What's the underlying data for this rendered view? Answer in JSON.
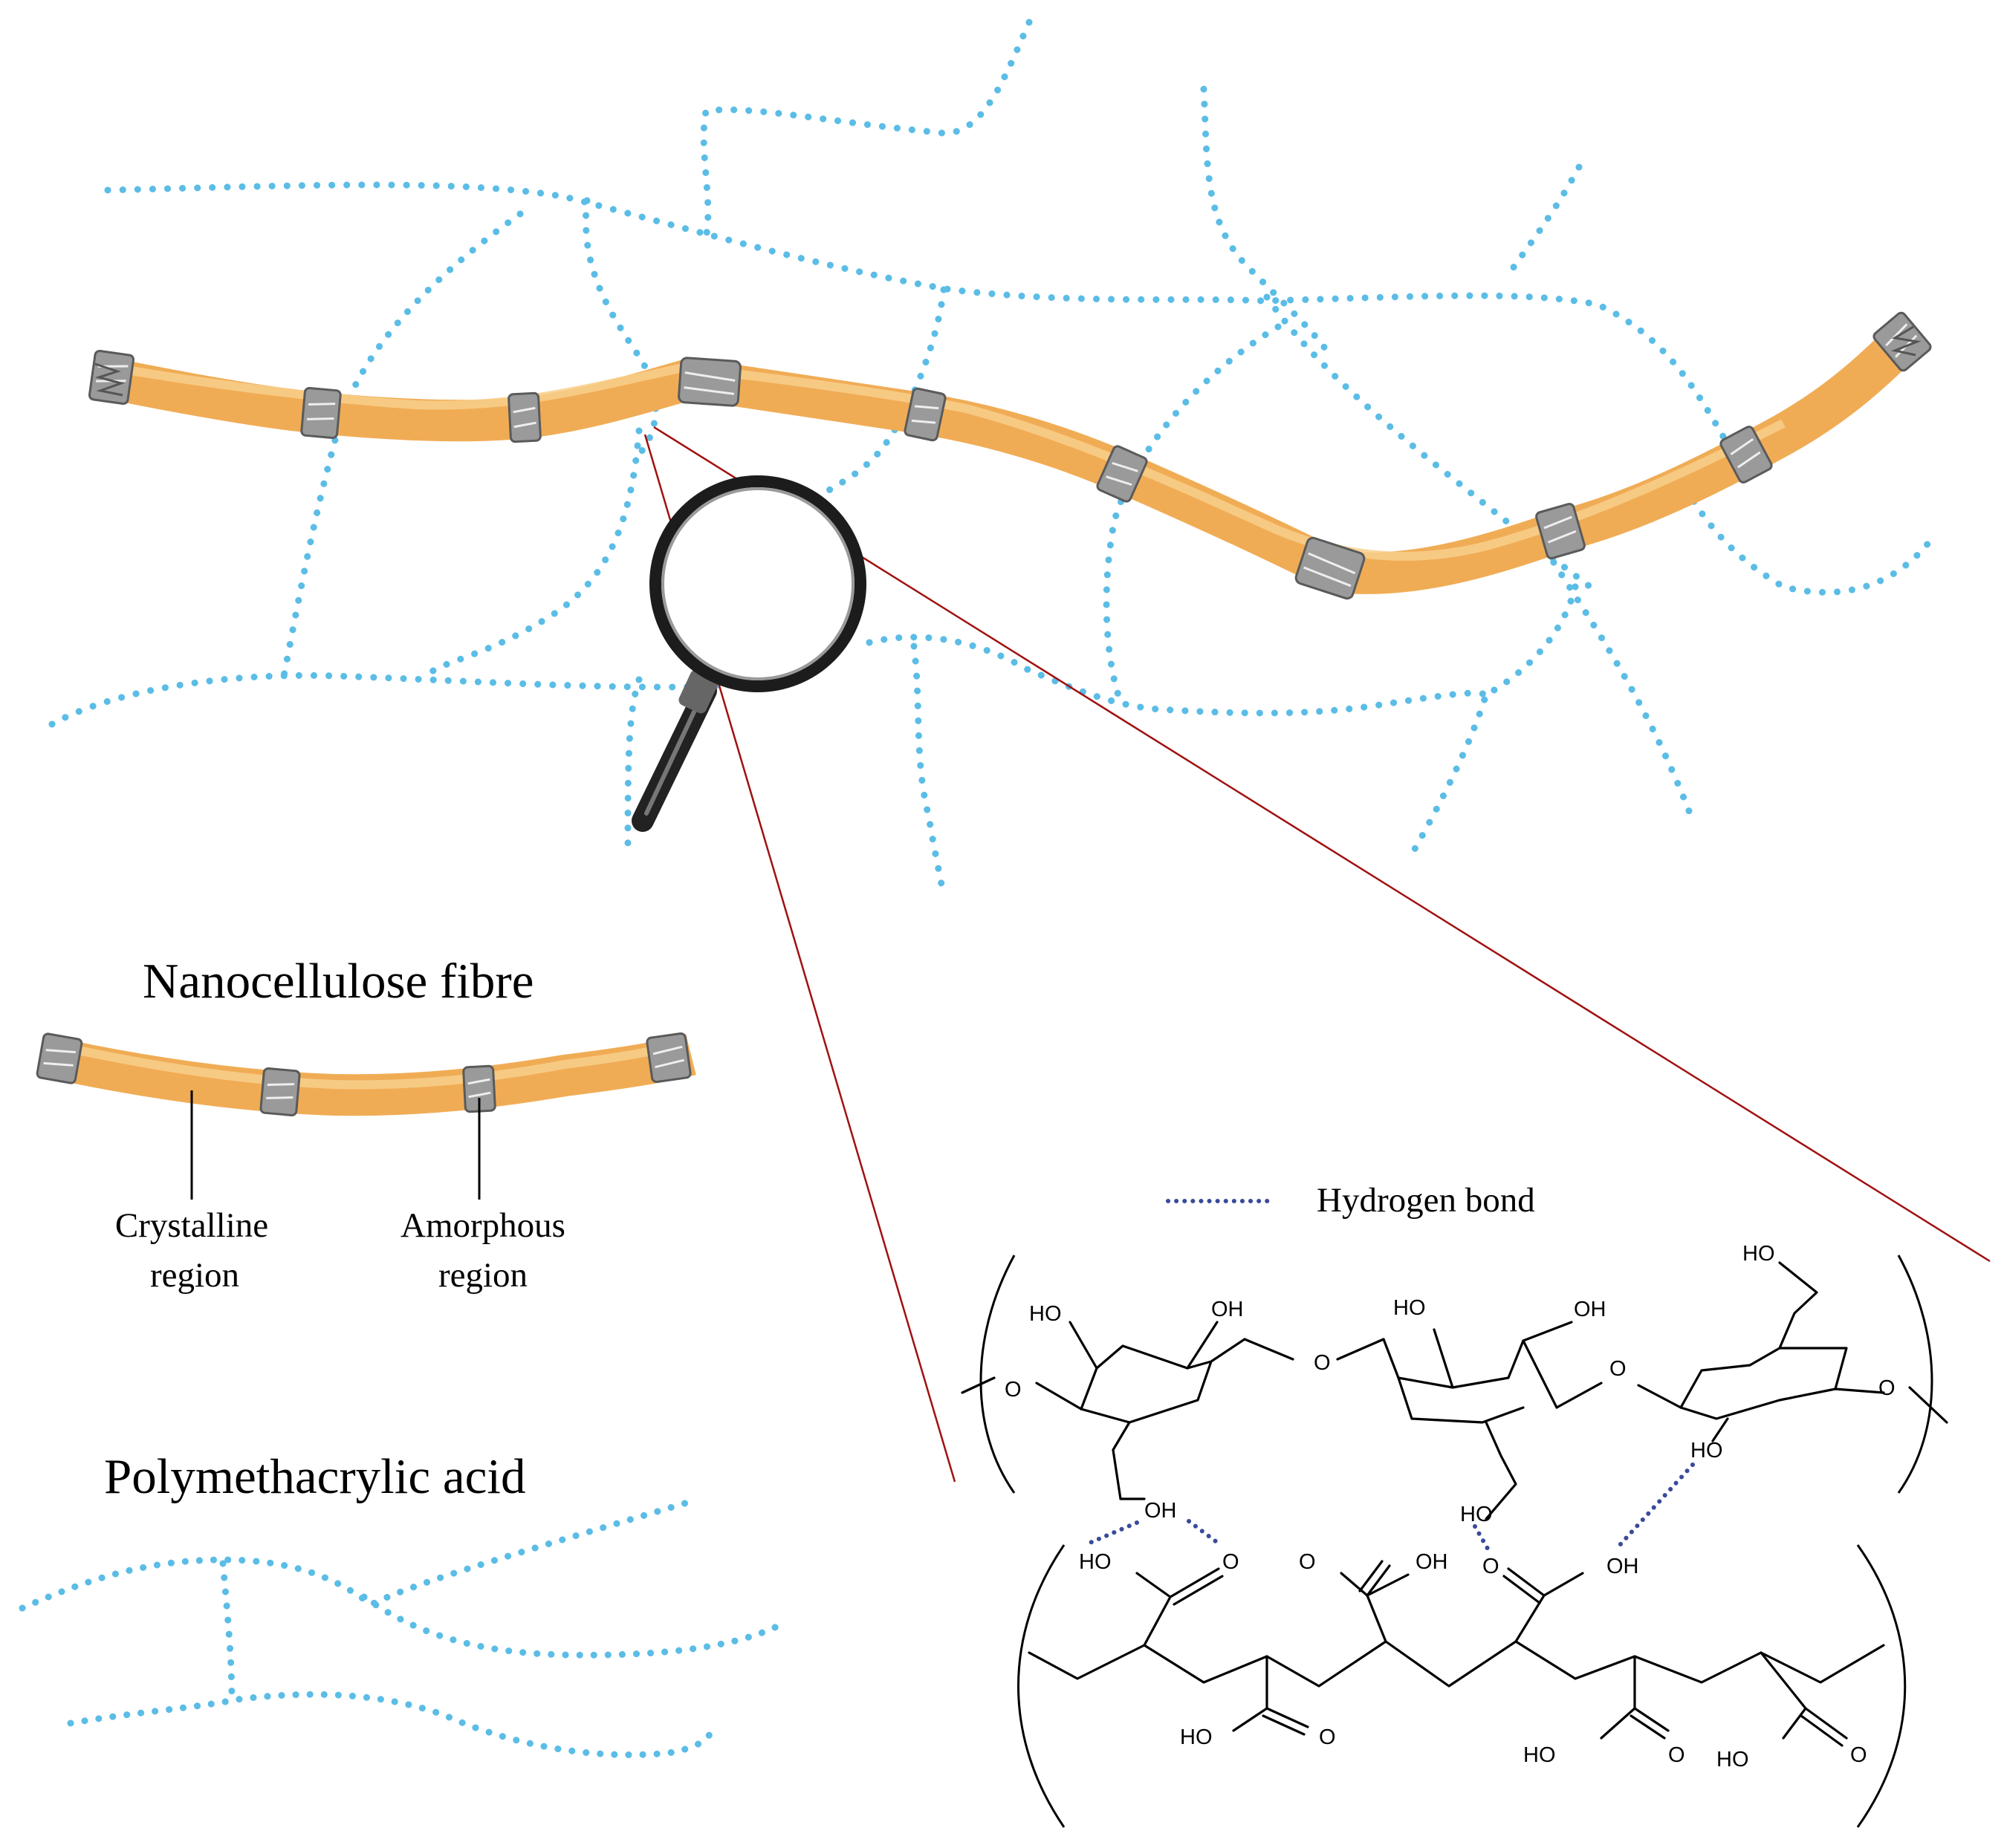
{
  "labels": {
    "nanocellulose_title": "Nanocellulose fibre",
    "crystalline_line1": "Crystalline",
    "crystalline_line2": "region",
    "amorphous_line1": "Amorphous",
    "amorphous_line2": "region",
    "polymethacrylic_title": "Polymethacrylic acid",
    "legend_hbond": "Hydrogen bond"
  },
  "atoms": {
    "ho": "HO",
    "oh": "OH",
    "o": "O"
  },
  "colors": {
    "polymer_dots": "#5bbde6",
    "fibre": "#f0ac55",
    "amorphous_band": "#9a9a9a",
    "zoom_lines": "#a01010",
    "hydrogen_bond": "#3a4a9a"
  },
  "icons": {
    "magnifier": "magnifying-glass-icon"
  }
}
